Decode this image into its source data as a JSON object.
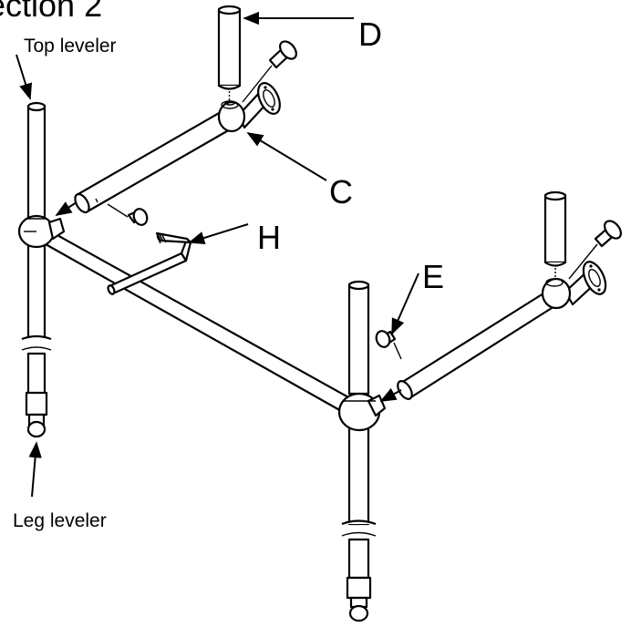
{
  "heading": {
    "text": "ection 2"
  },
  "labels": {
    "top_leveler": "Top leveler",
    "leg_leveler": "Leg leveler",
    "c": "C",
    "d": "D",
    "e": "E",
    "h": "H"
  }
}
